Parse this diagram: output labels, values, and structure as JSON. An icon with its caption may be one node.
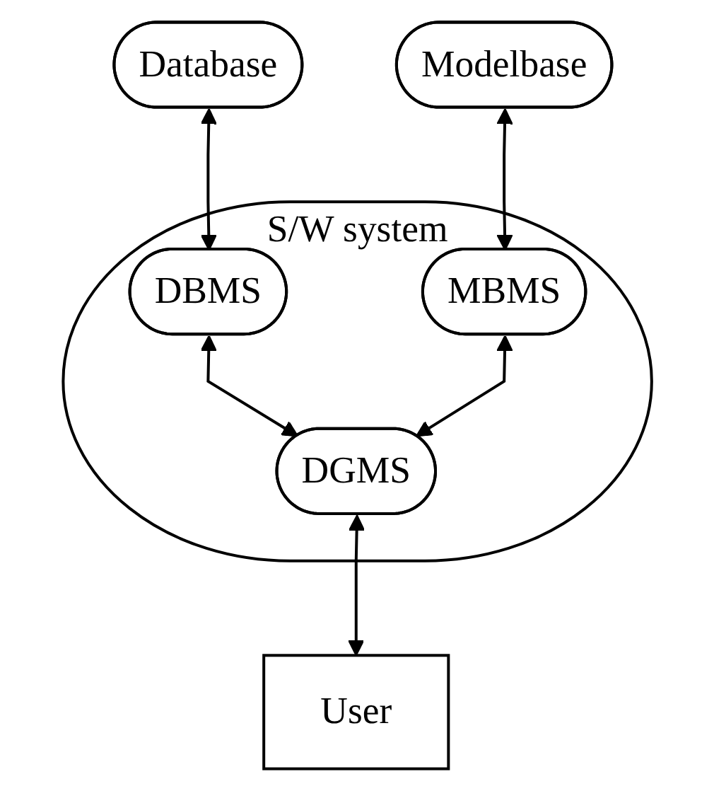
{
  "diagram": {
    "nodes": [
      {
        "text": [
          "Database"
        ]
      },
      {
        "text": [
          "Modelbase"
        ]
      },
      {
        "text": [
          "S/W system"
        ]
      },
      {
        "text": [
          "DBMS"
        ],
        "in": 2
      },
      {
        "text": [
          "MBMS"
        ],
        "in": 2
      },
      {
        "text": [
          "DGMS"
        ],
        "in": 2
      },
      {
        "text": [
          "User"
        ]
      }
    ],
    "edges": [
      {
        "from": 0,
        "to": 3,
        "arrow": "both"
      },
      {
        "from": 1,
        "to": 4,
        "arrow": "both"
      },
      {
        "from": 3,
        "to": 5,
        "arrow": "both"
      },
      {
        "from": 4,
        "to": 5,
        "arrow": "both"
      },
      {
        "from": 5,
        "to": 6,
        "arrow": "both"
      }
    ]
  }
}
